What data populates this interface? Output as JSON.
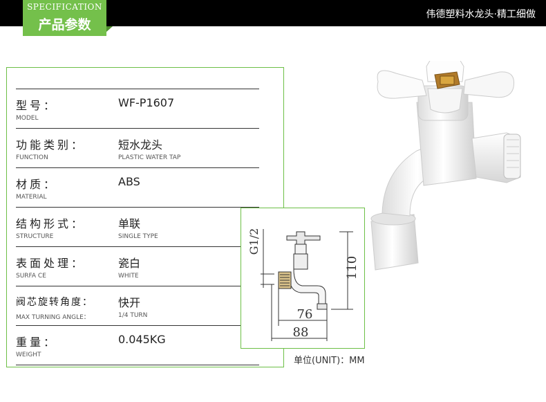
{
  "header": {
    "badge_en": "SPECIFICATION",
    "badge_cn": "产品参数",
    "title": "伟德塑料水龙头·精工细做"
  },
  "specs": [
    {
      "k_cn": "型号：",
      "k_en": "MODEL",
      "v_cn": "WF-P1607",
      "v_en": ""
    },
    {
      "k_cn": "功能类别：",
      "k_en": "FUNCTION",
      "v_cn": "短水龙头",
      "v_en": "PLASTIC WATER TAP"
    },
    {
      "k_cn": "材质：",
      "k_en": "MATERIAL",
      "v_cn": "ABS",
      "v_en": ""
    },
    {
      "k_cn": "结构形式：",
      "k_en": "STRUCTURE",
      "v_cn": "单联",
      "v_en": "SINGLE TYPE"
    },
    {
      "k_cn": "表面处理：",
      "k_en": "SURFA CE",
      "v_cn": "瓷白",
      "v_en": "WHITE"
    },
    {
      "k_cn": "阀芯旋转角度：",
      "k_en": "MAX TURNING ANGLE：",
      "v_cn": "快开",
      "v_en": "1/4 TURN"
    },
    {
      "k_cn": "重量：",
      "k_en": "WEIGHT",
      "v_cn": "0.045KG",
      "v_en": ""
    }
  ],
  "dimensions": {
    "thread": "G1/2",
    "height": "110",
    "spout": "76",
    "total": "88",
    "unit_label": "单位(UNIT)：MM"
  },
  "colors": {
    "accent_green": "#74c04b",
    "border_green": "#6cbf45",
    "brass": "#b07a2a"
  }
}
